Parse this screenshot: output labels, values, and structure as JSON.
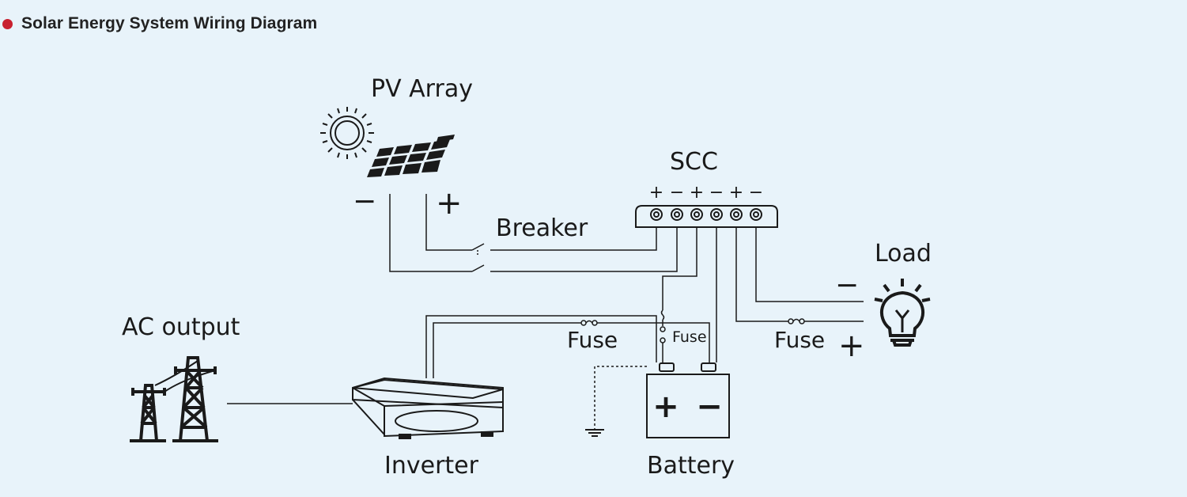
{
  "header": {
    "title": "Solar Energy System Wiring Diagram",
    "accent_color": "#c8202f"
  },
  "labels": {
    "pv_array": "PV Array",
    "scc": "SCC",
    "breaker": "Breaker",
    "load": "Load",
    "ac_output": "AC output",
    "fuse_left": "Fuse",
    "fuse_small": "Fuse",
    "fuse_right": "Fuse",
    "inverter": "Inverter",
    "battery": "Battery"
  },
  "scc_terminals": [
    "+",
    "−",
    "+",
    "−",
    "+",
    "−"
  ],
  "polarity": {
    "pv_minus": "−",
    "pv_plus": "+",
    "load_minus": "−",
    "load_plus": "+",
    "battery_plus": "+",
    "battery_minus": "−"
  },
  "icons": [
    "sun-icon",
    "solar-panel-icon",
    "transmission-tower-icon",
    "light-bulb-icon",
    "ground-icon"
  ],
  "colors": {
    "background": "#e8f3fa",
    "line": "#1a1a1a"
  }
}
